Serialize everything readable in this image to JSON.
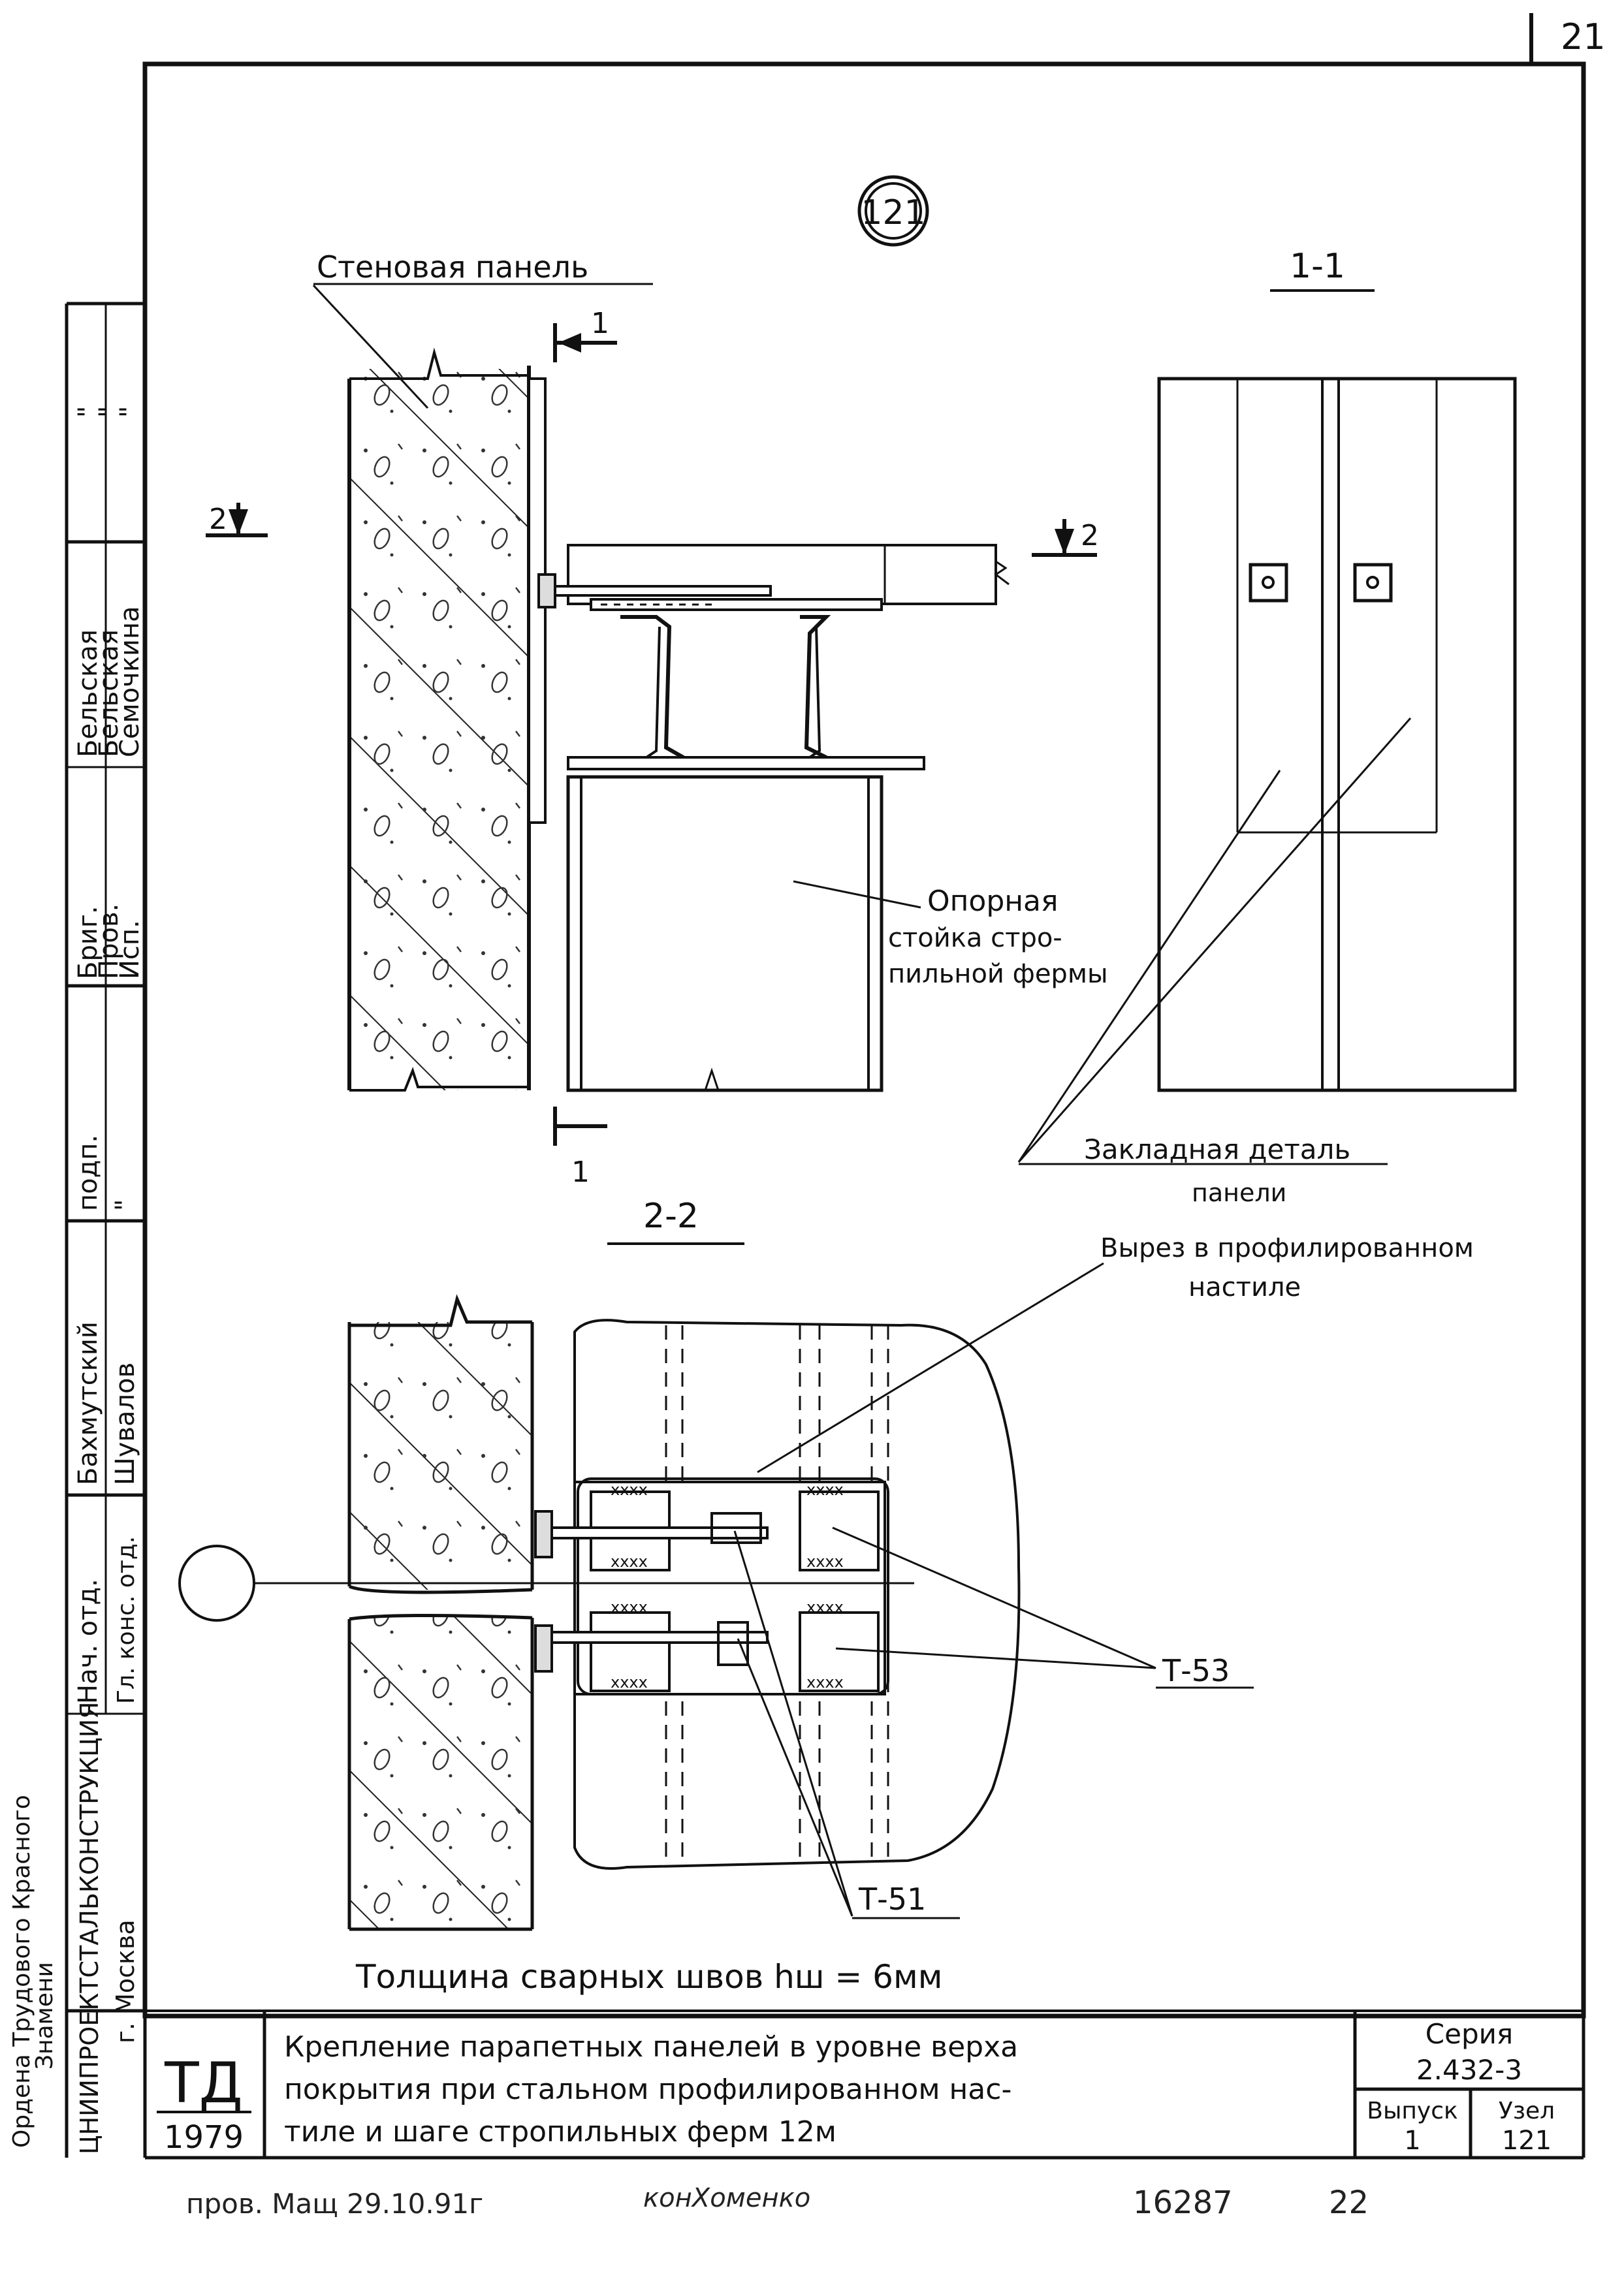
{
  "sheet": {
    "page_number": "21",
    "node_number": "121",
    "weld_note": "Толщина сварных швов hш = 6мм"
  },
  "labels": {
    "wall_panel": "Стеновая панель",
    "section_1_1": "1-1",
    "section_2_2": "2-2",
    "cut_mark_1": "1",
    "cut_mark_2": "2",
    "support_post": [
      "Опорная",
      "стойка стро-",
      "пильной фермы"
    ],
    "embedded_part": [
      "Закладная деталь",
      "панели"
    ],
    "deck_cutout": [
      "Вырез в профилированном",
      "настиле"
    ],
    "t53": "Т-53",
    "t51": "Т-51"
  },
  "stamp_side": {
    "roles": [
      "Нач. отд.",
      "Гл. конс. отд.",
      "подп.",
      "Бриг.",
      "Пров.",
      "Исп."
    ],
    "names": [
      "Бахмутский",
      "Шувалов",
      "\"",
      "Бельская",
      "Бельская",
      "Семочкина"
    ],
    "ditto": [
      "\"",
      "\"",
      "\""
    ],
    "org": [
      "Ордена Трудового Красного",
      "Знамени",
      "ЦНИИПРОЕКТСТАЛЬКОНСТРУКЦИЯ",
      "г. Москва"
    ]
  },
  "title_block": {
    "logo": "ТД",
    "year": "1979",
    "title_lines": [
      "Крепление парапетных панелей в уровне верха",
      "покрытия при стальном профилированном нас-",
      "тиле и шаге стропильных ферм 12м"
    ],
    "series_label": "Серия",
    "series_value": "2.432-3",
    "issue_label": "Выпуск",
    "issue_value": "1",
    "node_label": "Узел",
    "node_value": "121"
  },
  "footer": {
    "check_note": "пров. Мащ 29.10.91г",
    "check_sign": "конХоменко",
    "doc_number": "16287",
    "doc_page": "22"
  }
}
